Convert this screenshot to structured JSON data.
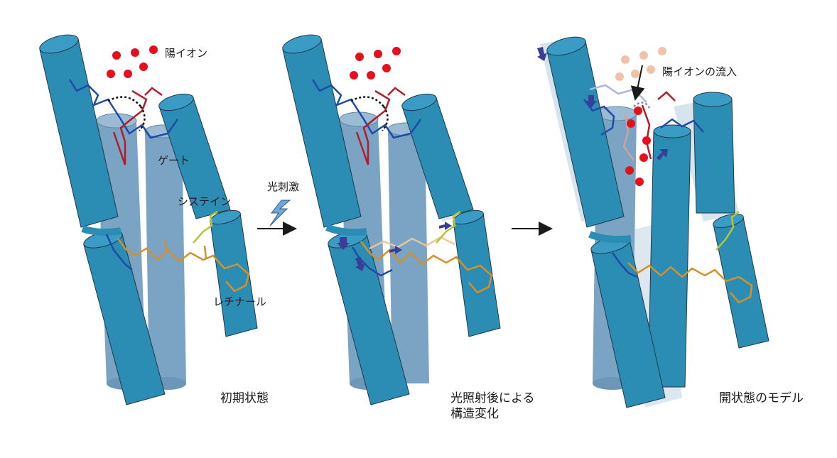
{
  "labels": {
    "cation": "陽イオン",
    "gate": "ゲート",
    "cysteine": "システイン",
    "retinal": "レチナール",
    "light": "光刺激",
    "cation_influx": "陽イオンの流入"
  },
  "panels": [
    {
      "caption_lines": [
        "初期状態"
      ]
    },
    {
      "caption_lines": [
        "光照射後による",
        "構造変化"
      ]
    },
    {
      "caption_lines": [
        "開状態のモデル"
      ]
    }
  ],
  "colors": {
    "helix_front": "#2b8cb4",
    "helix_back": "#7aa3c4",
    "gate_blue": "#1e4aa8",
    "gate_red": "#b01e2a",
    "retinal": "#d4902a",
    "cysteine": "#b8c43a",
    "ion": "#e4101e",
    "ion_faded": "#f2c2a8",
    "motion_arrow": "#3a3f96"
  }
}
